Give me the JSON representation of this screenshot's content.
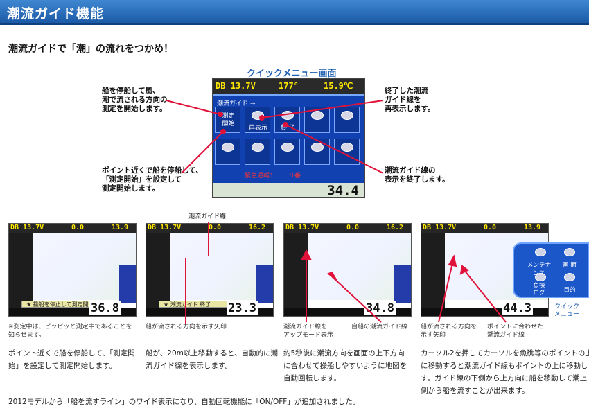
{
  "header": {
    "title": "潮流ガイド機能"
  },
  "subtitle": "潮流ガイドで「潮」の流れをつかめ！",
  "quick_menu": {
    "title": "クイックメニュー画面",
    "status_left": "DB 13.7V",
    "status_mid": "177°",
    "status_right": "15.9℃",
    "panel_title": "潮流ガイド →",
    "cells": [
      {
        "label": "測定\n開始"
      },
      {
        "label": "再表示"
      },
      {
        "label": "終 了"
      },
      {
        "label": ""
      },
      {
        "label": ""
      },
      {
        "label": ""
      },
      {
        "label": ""
      },
      {
        "label": ""
      },
      {
        "label": ""
      },
      {
        "label": ""
      }
    ],
    "alert_text": "緊急通報：１１８番",
    "bottom_value": "34.4"
  },
  "callouts": {
    "top_left": "船を停船して風、\n潮で流される方向の\n測定を開始します。",
    "bottom_left": "ポイント近くで船を停船して、\n「測定開始」を設定して\n測定開始します。",
    "top_right": "終了した潮流\nガイド線を\n再表示します。",
    "bottom_right": "潮流ガイド線の\n表示を終了します。"
  },
  "steps": [
    {
      "status_left": "DB 13.7V",
      "status_mid": "0.0",
      "status_right": "13.9",
      "bar_text": "★ 操船を停止して測定開始",
      "value": "36.8",
      "note": "※測定中は、ピッピッと測定中であることを\n知らせます。",
      "desc": "ポイント近くで船を停船して、「測定開\n始」を設定して測定開始します。"
    },
    {
      "status_left": "DB 13.7V",
      "status_mid": "0.0",
      "status_right": "16.2",
      "bar_text": "★ 潮流ガイド 終了",
      "value": "23.3",
      "top_label": "潮流ガイド線",
      "note": "船が流される方向を示す矢印",
      "desc": "船が、20m以上移動すると、自動的に潮\n流ガイド線を表示します。"
    },
    {
      "status_left": "DB 13.7V",
      "status_mid": "0.0",
      "status_right": "16.2",
      "bar_text": "",
      "value": "34.8",
      "note_left": "潮流ガイド線を\nアップモード表示",
      "note_right": "自船の潮流ガイド線",
      "desc": "約5秒後に潮流方向を画面の上下方向\nに合わせて操船しやすいように地図を\n自動回転します。"
    },
    {
      "status_left": "DB 13.7V",
      "status_mid": "0.0",
      "status_right": "13.9",
      "bar_text": "",
      "value": "44.3",
      "note_left": "船が流される方向を\n示す矢印",
      "note_right": "ポイントに合わせた\n潮流ガイド線",
      "desc": "カーソル2を押してカーソルを魚礁等のポイントの上\nに移動すると潮流ガイド線もポイントの上に移動しま\nす。ガイド線の下側から上方向に船を移動して潮上\n側から船を流すことが出来ます。",
      "overlay_items": [
        "メンテナンス",
        "画 面",
        "魚探\nログ",
        "目的"
      ],
      "overlay_label": "クイック\nメニュー"
    }
  ],
  "footer": "2012モデルから「船を流すライン」のワイド表示になり、自動回転機能に「ON/OFF」が追加されました。",
  "colors": {
    "header": "#1b5aa6",
    "accent": "#1e5fb0",
    "arrow": "#e1123a"
  }
}
